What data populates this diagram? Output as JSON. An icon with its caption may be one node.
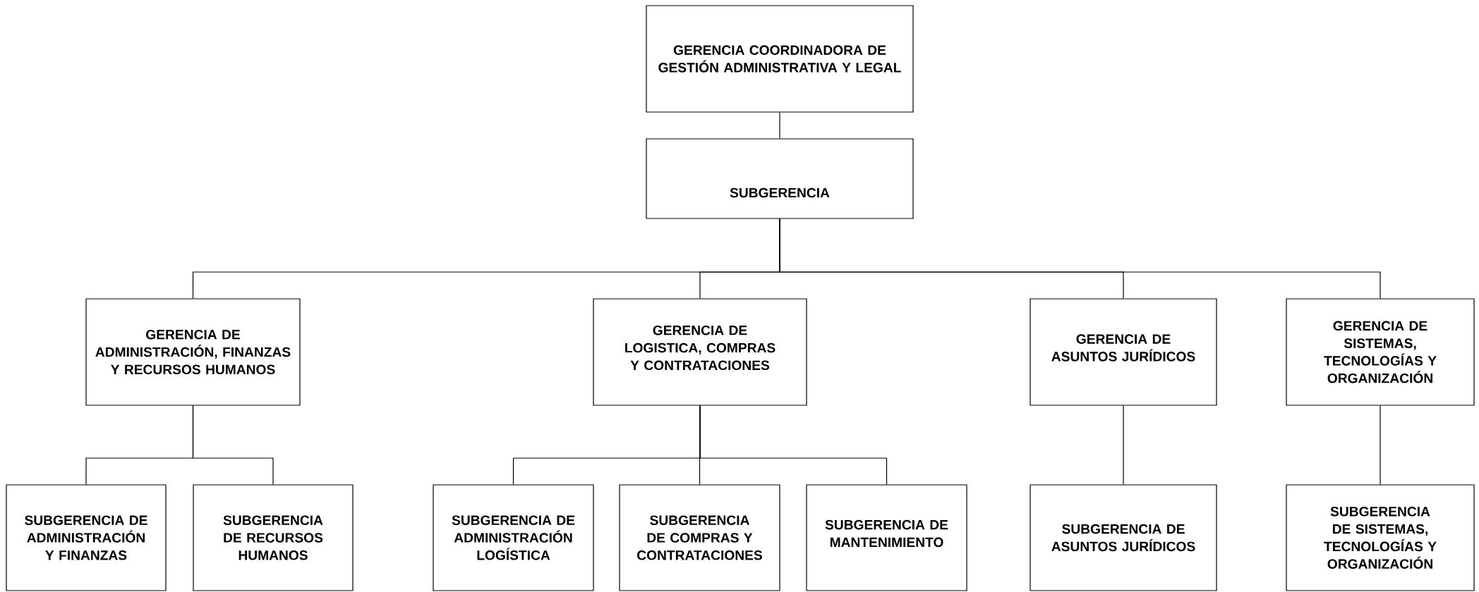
{
  "diagram": {
    "nodes": [
      {
        "text": [
          "GERENCIA COORDINADORA DE GESTIÓN ADMINISTRATIVA Y LEGAL"
        ]
      },
      {
        "text": [
          "SUBGERENCIA"
        ]
      },
      {
        "text": [
          "GERENCIA DE ADMINISTRACIÓN, FINANZAS Y RECURSOS HUMANOS"
        ]
      },
      {
        "text": [
          "GERENCIA DE LOGISTICA, COMPRAS Y CONTRATACIONES"
        ]
      },
      {
        "text": [
          "GERENCIA DE ASUNTOS JURÍDICOS"
        ]
      },
      {
        "text": [
          "GERENCIA DE SISTEMAS, TECNOLOGÍAS Y ORGANIZACIÓN"
        ]
      },
      {
        "text": [
          "SUBGERENCIA DE ADMINISTRACIÓN Y FINANZAS"
        ]
      },
      {
        "text": [
          "SUBGERENCIA DE RECURSOS HUMANOS"
        ]
      },
      {
        "text": [
          "SUBGERENCIA DE ADMINISTRACIÓN LOGÍSTICA"
        ]
      },
      {
        "text": [
          "SUBGERENCIA DE COMPRAS Y CONTRATACIONES"
        ]
      },
      {
        "text": [
          "SUBGERENCIA DE MANTENIMIENTO"
        ]
      },
      {
        "text": [
          "SUBGERENCIA DE ASUNTOS JURÍDICOS"
        ]
      },
      {
        "text": [
          "SUBGERENCIA DE SISTEMAS, TECNOLOGÍAS Y ORGANIZACIÓN"
        ]
      }
    ],
    "edges": [
      {
        "from": 0,
        "to": 1,
        "arrow": "none"
      },
      {
        "from": 1,
        "to": 2,
        "arrow": "none"
      },
      {
        "from": 1,
        "to": 3,
        "arrow": "none"
      },
      {
        "from": 1,
        "to": 4,
        "arrow": "none"
      },
      {
        "from": 1,
        "to": 5,
        "arrow": "none"
      },
      {
        "from": 2,
        "to": 6,
        "arrow": "none"
      },
      {
        "from": 2,
        "to": 7,
        "arrow": "none"
      },
      {
        "from": 3,
        "to": 8,
        "arrow": "none"
      },
      {
        "from": 3,
        "to": 9,
        "arrow": "none"
      },
      {
        "from": 3,
        "to": 10,
        "arrow": "none"
      },
      {
        "from": 4,
        "to": 11,
        "arrow": "none"
      },
      {
        "from": 5,
        "to": 12,
        "arrow": "none"
      }
    ]
  }
}
